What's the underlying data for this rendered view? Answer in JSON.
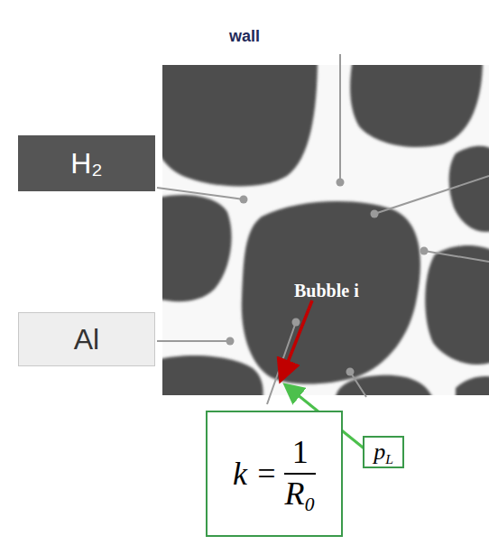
{
  "diagram": {
    "nodes": [
      {
        "text": [
          "H₂"
        ]
      },
      {
        "text": [
          "Al"
        ]
      },
      {
        "text": [
          "k =",
          "1",
          "R₀"
        ]
      },
      {
        "text": [
          "p",
          "L"
        ]
      }
    ],
    "labels": [
      "wall",
      "Bubble i"
    ]
  }
}
